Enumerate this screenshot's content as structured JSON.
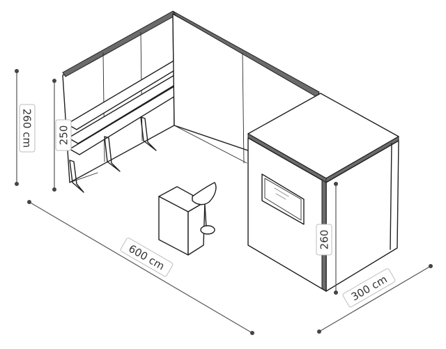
{
  "dimensions": {
    "overall_height": "260 cm",
    "wall_height": "250",
    "width": "600 cm",
    "booth_height": "260",
    "depth": "300 cm"
  },
  "colors": {
    "ink": "#1e1e1e",
    "dimension_line": "#555555",
    "background": "#ffffff"
  }
}
